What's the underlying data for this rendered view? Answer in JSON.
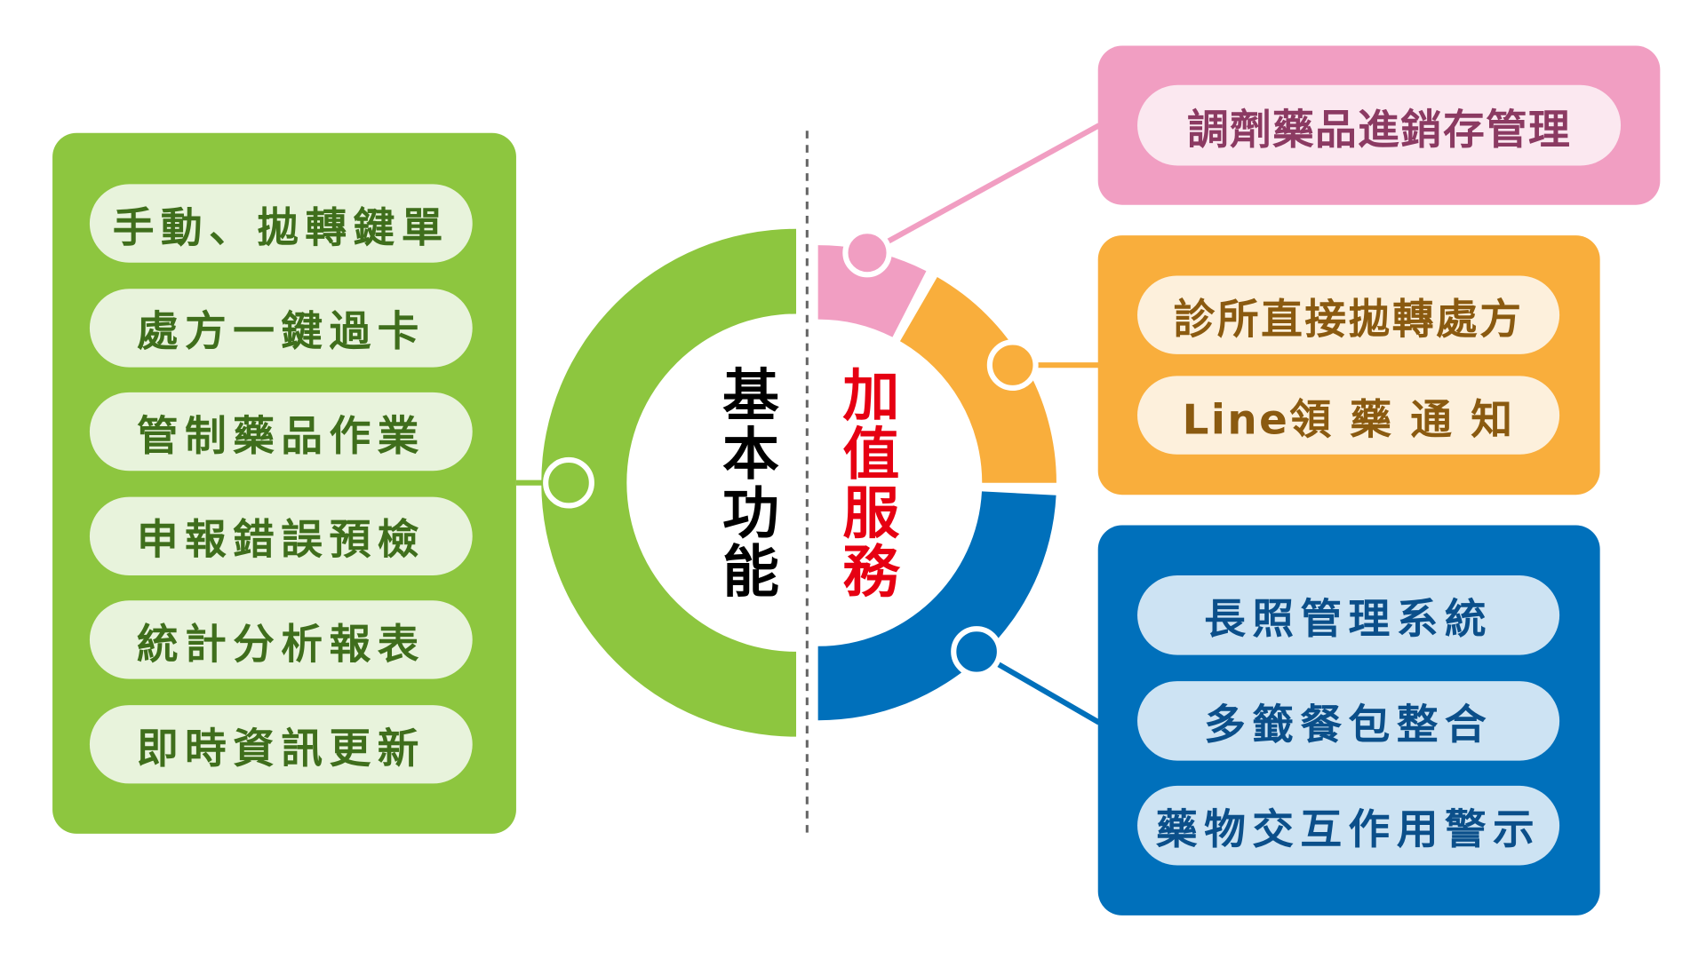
{
  "colors": {
    "green": "#8dc63f",
    "pink": "#f19ec2",
    "orange": "#f9ae3c",
    "blue": "#0070bb"
  },
  "center": {
    "basic_label": "基本功能",
    "value_added_label": "加值服務"
  },
  "basic_features": [
    "手動、拋轉鍵單",
    "處方一鍵過卡",
    "管制藥品作業",
    "申報錯誤預檢",
    "統計分析報表",
    "即時資訊更新"
  ],
  "pink_group": [
    "調劑藥品進銷存管理"
  ],
  "orange_group": [
    "診所直接拋轉處方",
    "Line領 藥 通 知"
  ],
  "blue_group": [
    "長照管理系統",
    "多籤餐包整合",
    "藥物交互作用警示"
  ]
}
